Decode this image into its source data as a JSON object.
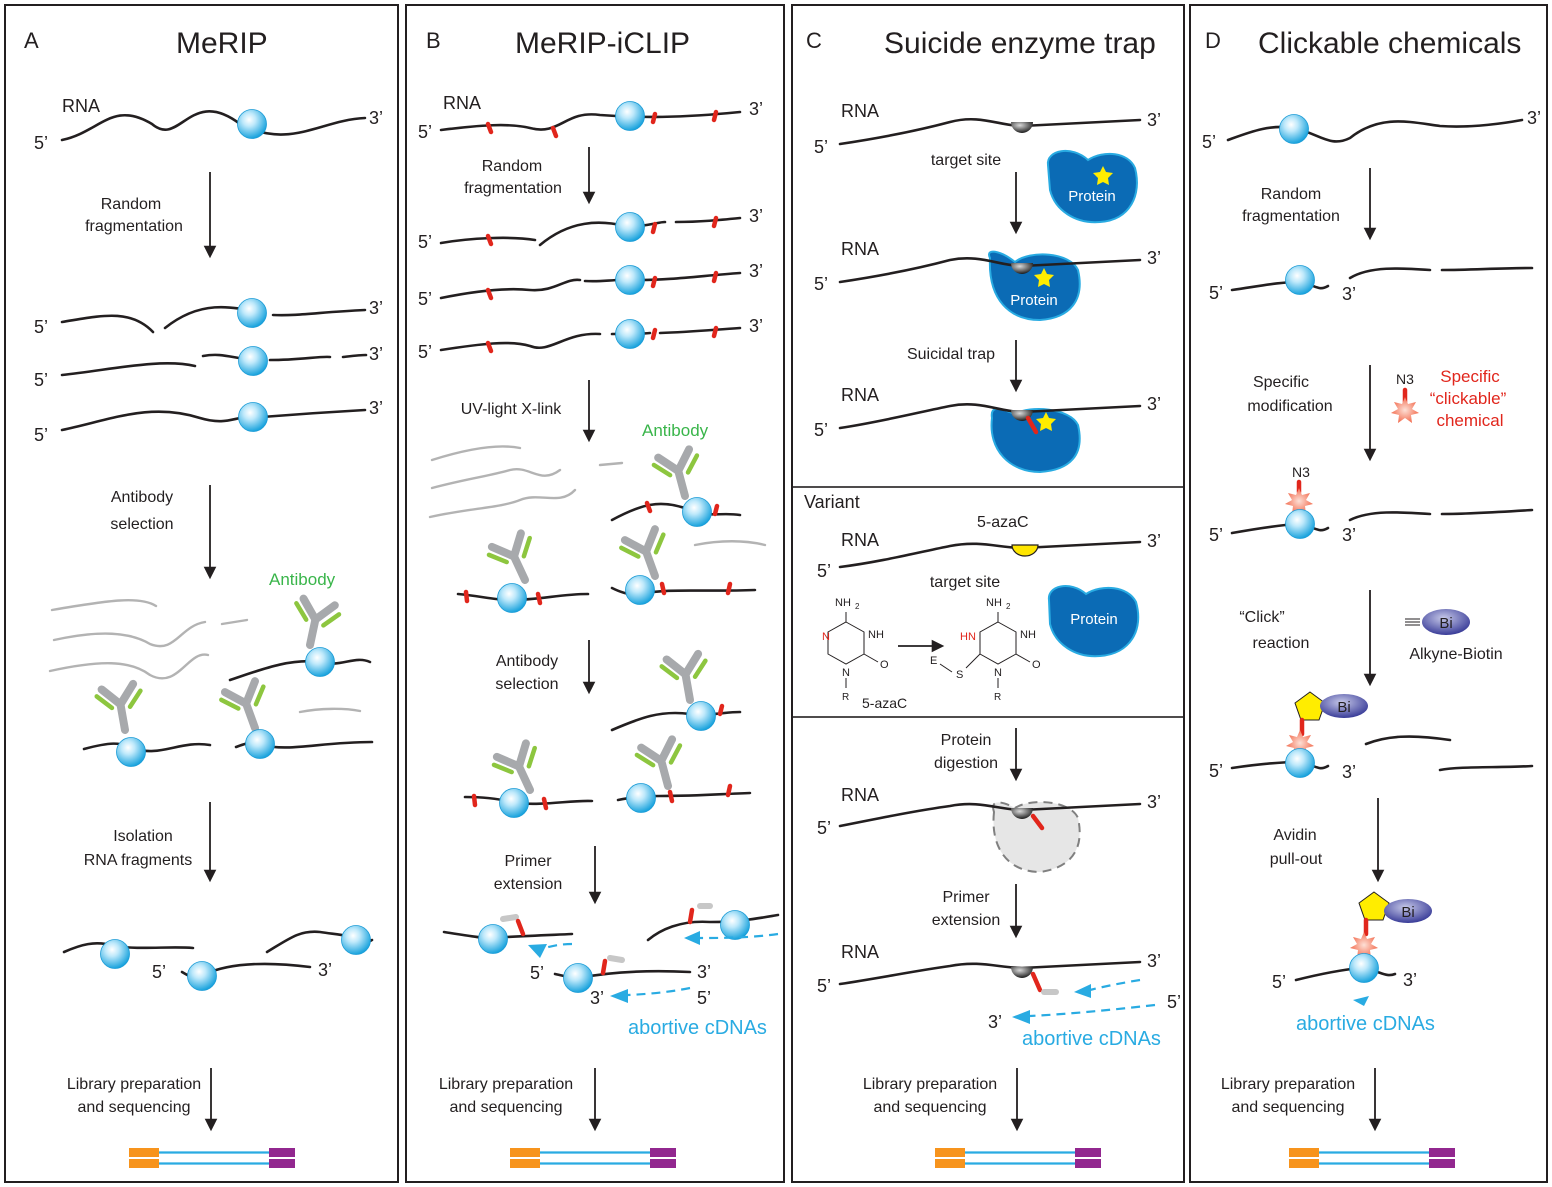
{
  "panels": [
    {
      "letter": "A",
      "title": "MeRIP"
    },
    {
      "letter": "B",
      "title": "MeRIP-iCLIP"
    },
    {
      "letter": "C",
      "title": "Suicide enzyme trap"
    },
    {
      "letter": "D",
      "title": "Clickable chemicals"
    }
  ],
  "labels": {
    "rna": "RNA",
    "five": "5’",
    "three": "3’",
    "random1": "Random",
    "random2": "fragmentation",
    "antibody": "Antibody",
    "abselect1": "Antibody",
    "abselect2": "selection",
    "isolation1": "Isolation",
    "isolation2": "RNA fragments",
    "library1": "Library preparation",
    "library2": "and sequencing",
    "uv": "UV-light X-link",
    "primer1": "Primer",
    "primer2": "extension",
    "abortive": "abortive cDNAs",
    "target_site": "target site",
    "protein": "Protein",
    "suicidal": "Suicidal trap",
    "variant": "Variant",
    "azac": "5-azaC",
    "nh2": "NH",
    "sub2": "2",
    "nh": "NH",
    "hn": "HN",
    "n": "N",
    "o": "O",
    "r": "R",
    "e": "E",
    "s": "S",
    "digest1": "Protein",
    "digest2": "digestion",
    "specific1": "Specific",
    "specific2": "modification",
    "n3": "N3",
    "chem1": "Specific",
    "chem2": "“clickable”",
    "chem3": "chemical",
    "click1": "“Click”",
    "click2": "reaction",
    "bi": "Bi",
    "alkyne": "Alkyne-Biotin",
    "avidin1": "Avidin",
    "avidin2": "pull-out"
  },
  "colors": {
    "m6a_sphere": "#29abe2",
    "crosslink": "#e1261c",
    "antibody_grey": "#a7a9ac",
    "antibody_green": "#8dc63f",
    "protein": "#0b6bb5",
    "star": "#ffed00",
    "azac_cap": "#ffe600",
    "biotin": "#3b3f99",
    "pentagon": "#ffed00",
    "cdna": "#29abe2",
    "adapter_left": "#f7941d",
    "adapter_right": "#92278f",
    "library_line": "#29abe2",
    "chemical_text": "#e1261c",
    "antibody_text": "#39b54a"
  }
}
